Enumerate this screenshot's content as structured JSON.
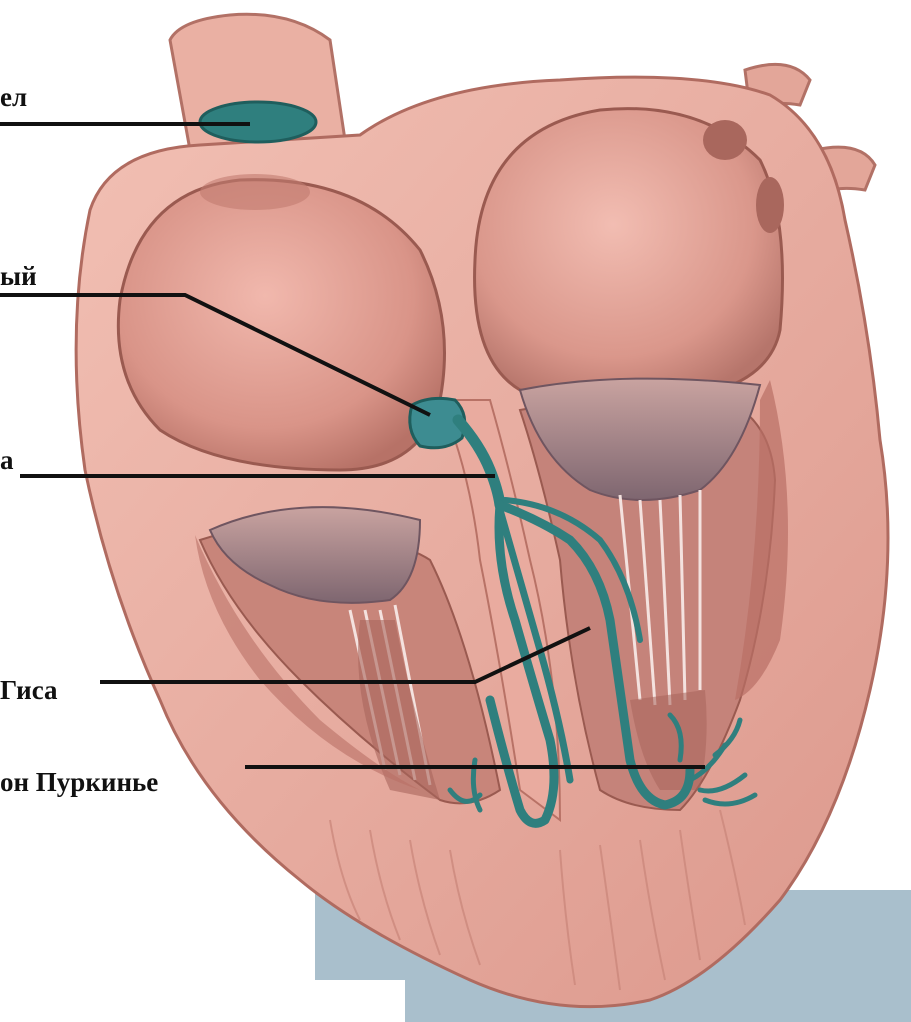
{
  "labels": {
    "sa_node": "ел",
    "av_node": "ый",
    "his_bundle": "а",
    "his_bundle_legs": "Гиса",
    "purkinje_fibers": "он Пуркинье"
  },
  "colors": {
    "myocardium": "#e7a496",
    "myocardium_shadow": "#b46d64",
    "chamber": "#d68e86",
    "valve": "#9a7a82",
    "conduction": "#2f7f7e",
    "leader_line": "#111111",
    "background_panel": "#a9bfcc"
  }
}
